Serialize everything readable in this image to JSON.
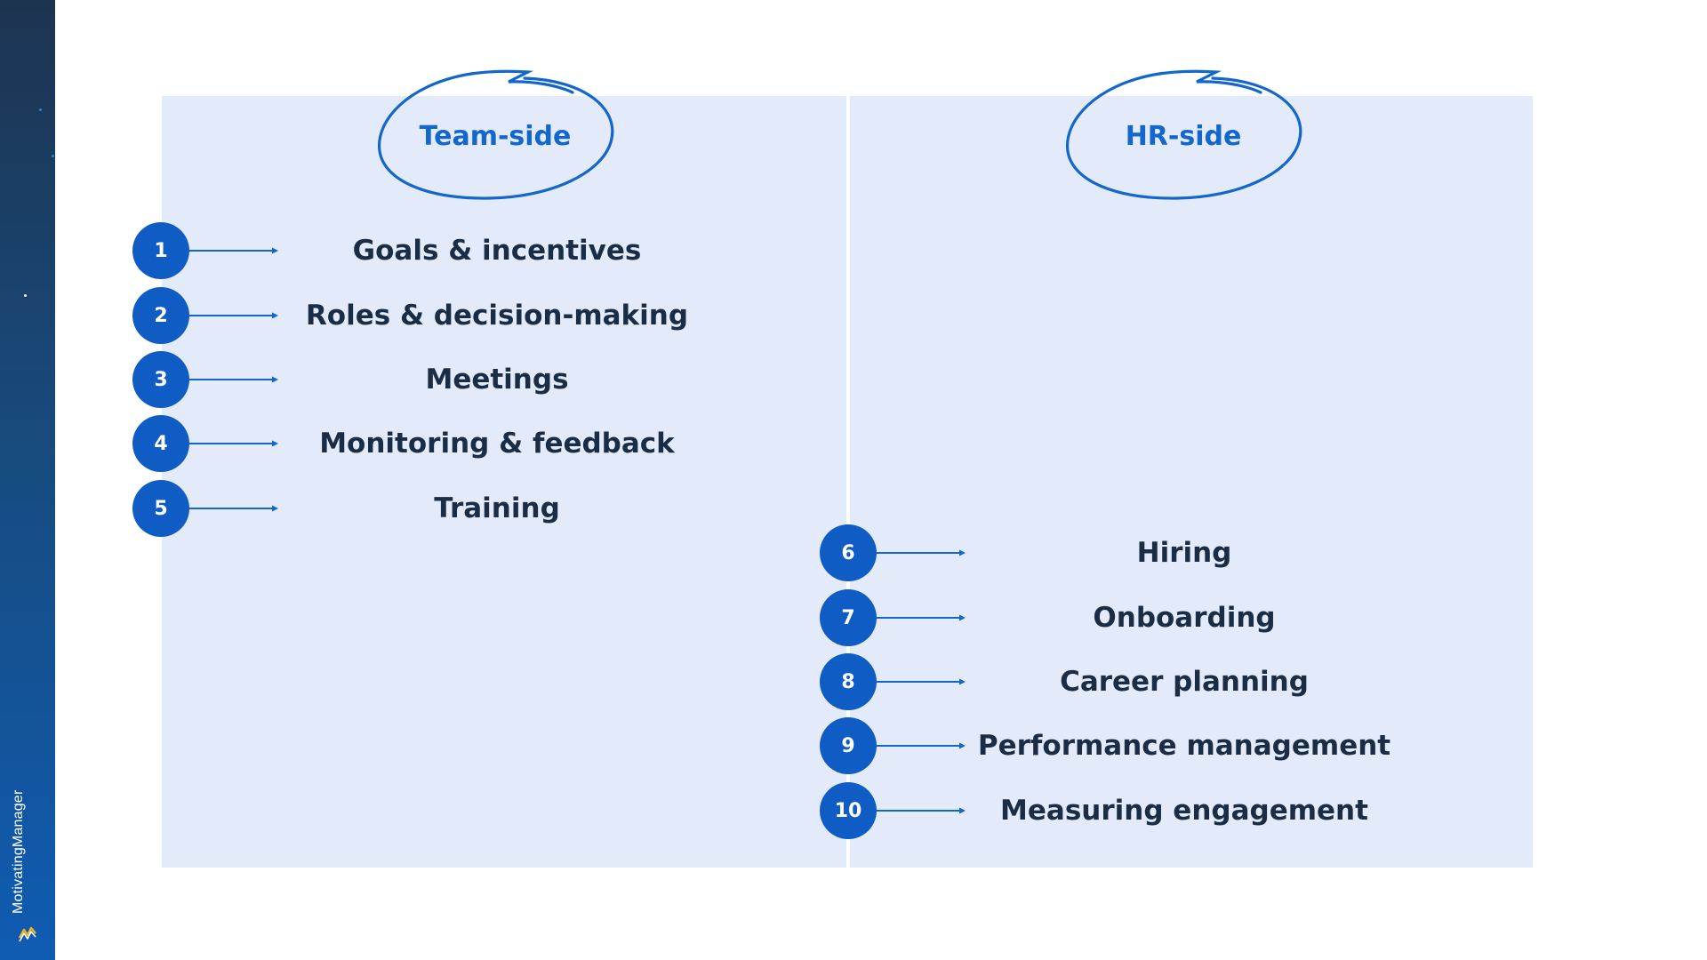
{
  "brand": {
    "name": "MotivatingManager",
    "icon": "motivating-manager-logo-icon"
  },
  "columns": [
    {
      "heading": "Team-side",
      "items": [
        {
          "number": "1",
          "label": "Goals & incentives"
        },
        {
          "number": "2",
          "label": "Roles & decision-making"
        },
        {
          "number": "3",
          "label": "Meetings"
        },
        {
          "number": "4",
          "label": "Monitoring & feedback"
        },
        {
          "number": "5",
          "label": "Training"
        }
      ]
    },
    {
      "heading": "HR-side",
      "items": [
        {
          "number": "6",
          "label": "Hiring"
        },
        {
          "number": "7",
          "label": "Onboarding"
        },
        {
          "number": "8",
          "label": "Career planning"
        },
        {
          "number": "9",
          "label": "Performance management"
        },
        {
          "number": "10",
          "label": "Measuring engagement"
        }
      ]
    }
  ],
  "colors": {
    "accent": "#0f5cc4",
    "heading": "#1266cc",
    "panel": "#e3ebfb",
    "text": "#1b2d45",
    "sidebar_top": "#1d3450",
    "sidebar_bottom": "#0f5cb3"
  }
}
